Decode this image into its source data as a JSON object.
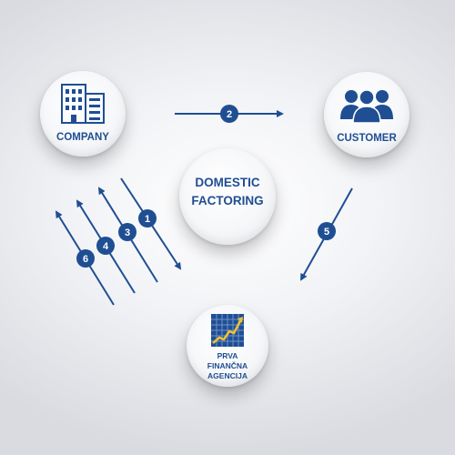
{
  "nodes": {
    "company": {
      "label": "COMPANY",
      "icon": "office-building-icon"
    },
    "customer": {
      "label": "CUSTOMER",
      "icon": "people-group-icon"
    },
    "factoring": {
      "line1": "DOMESTIC",
      "line2": "FACTORING"
    },
    "agency": {
      "line1": "PRVA",
      "line2": "FINANČNA",
      "line3": "AGENCIJA",
      "icon": "growth-chart-icon"
    }
  },
  "steps": {
    "s1": "1",
    "s2": "2",
    "s3": "3",
    "s4": "4",
    "s5": "5",
    "s6": "6"
  },
  "colors": {
    "primary": "#1f4e93",
    "badge": "#1f4e93",
    "chart_accent": "#f2c230"
  }
}
